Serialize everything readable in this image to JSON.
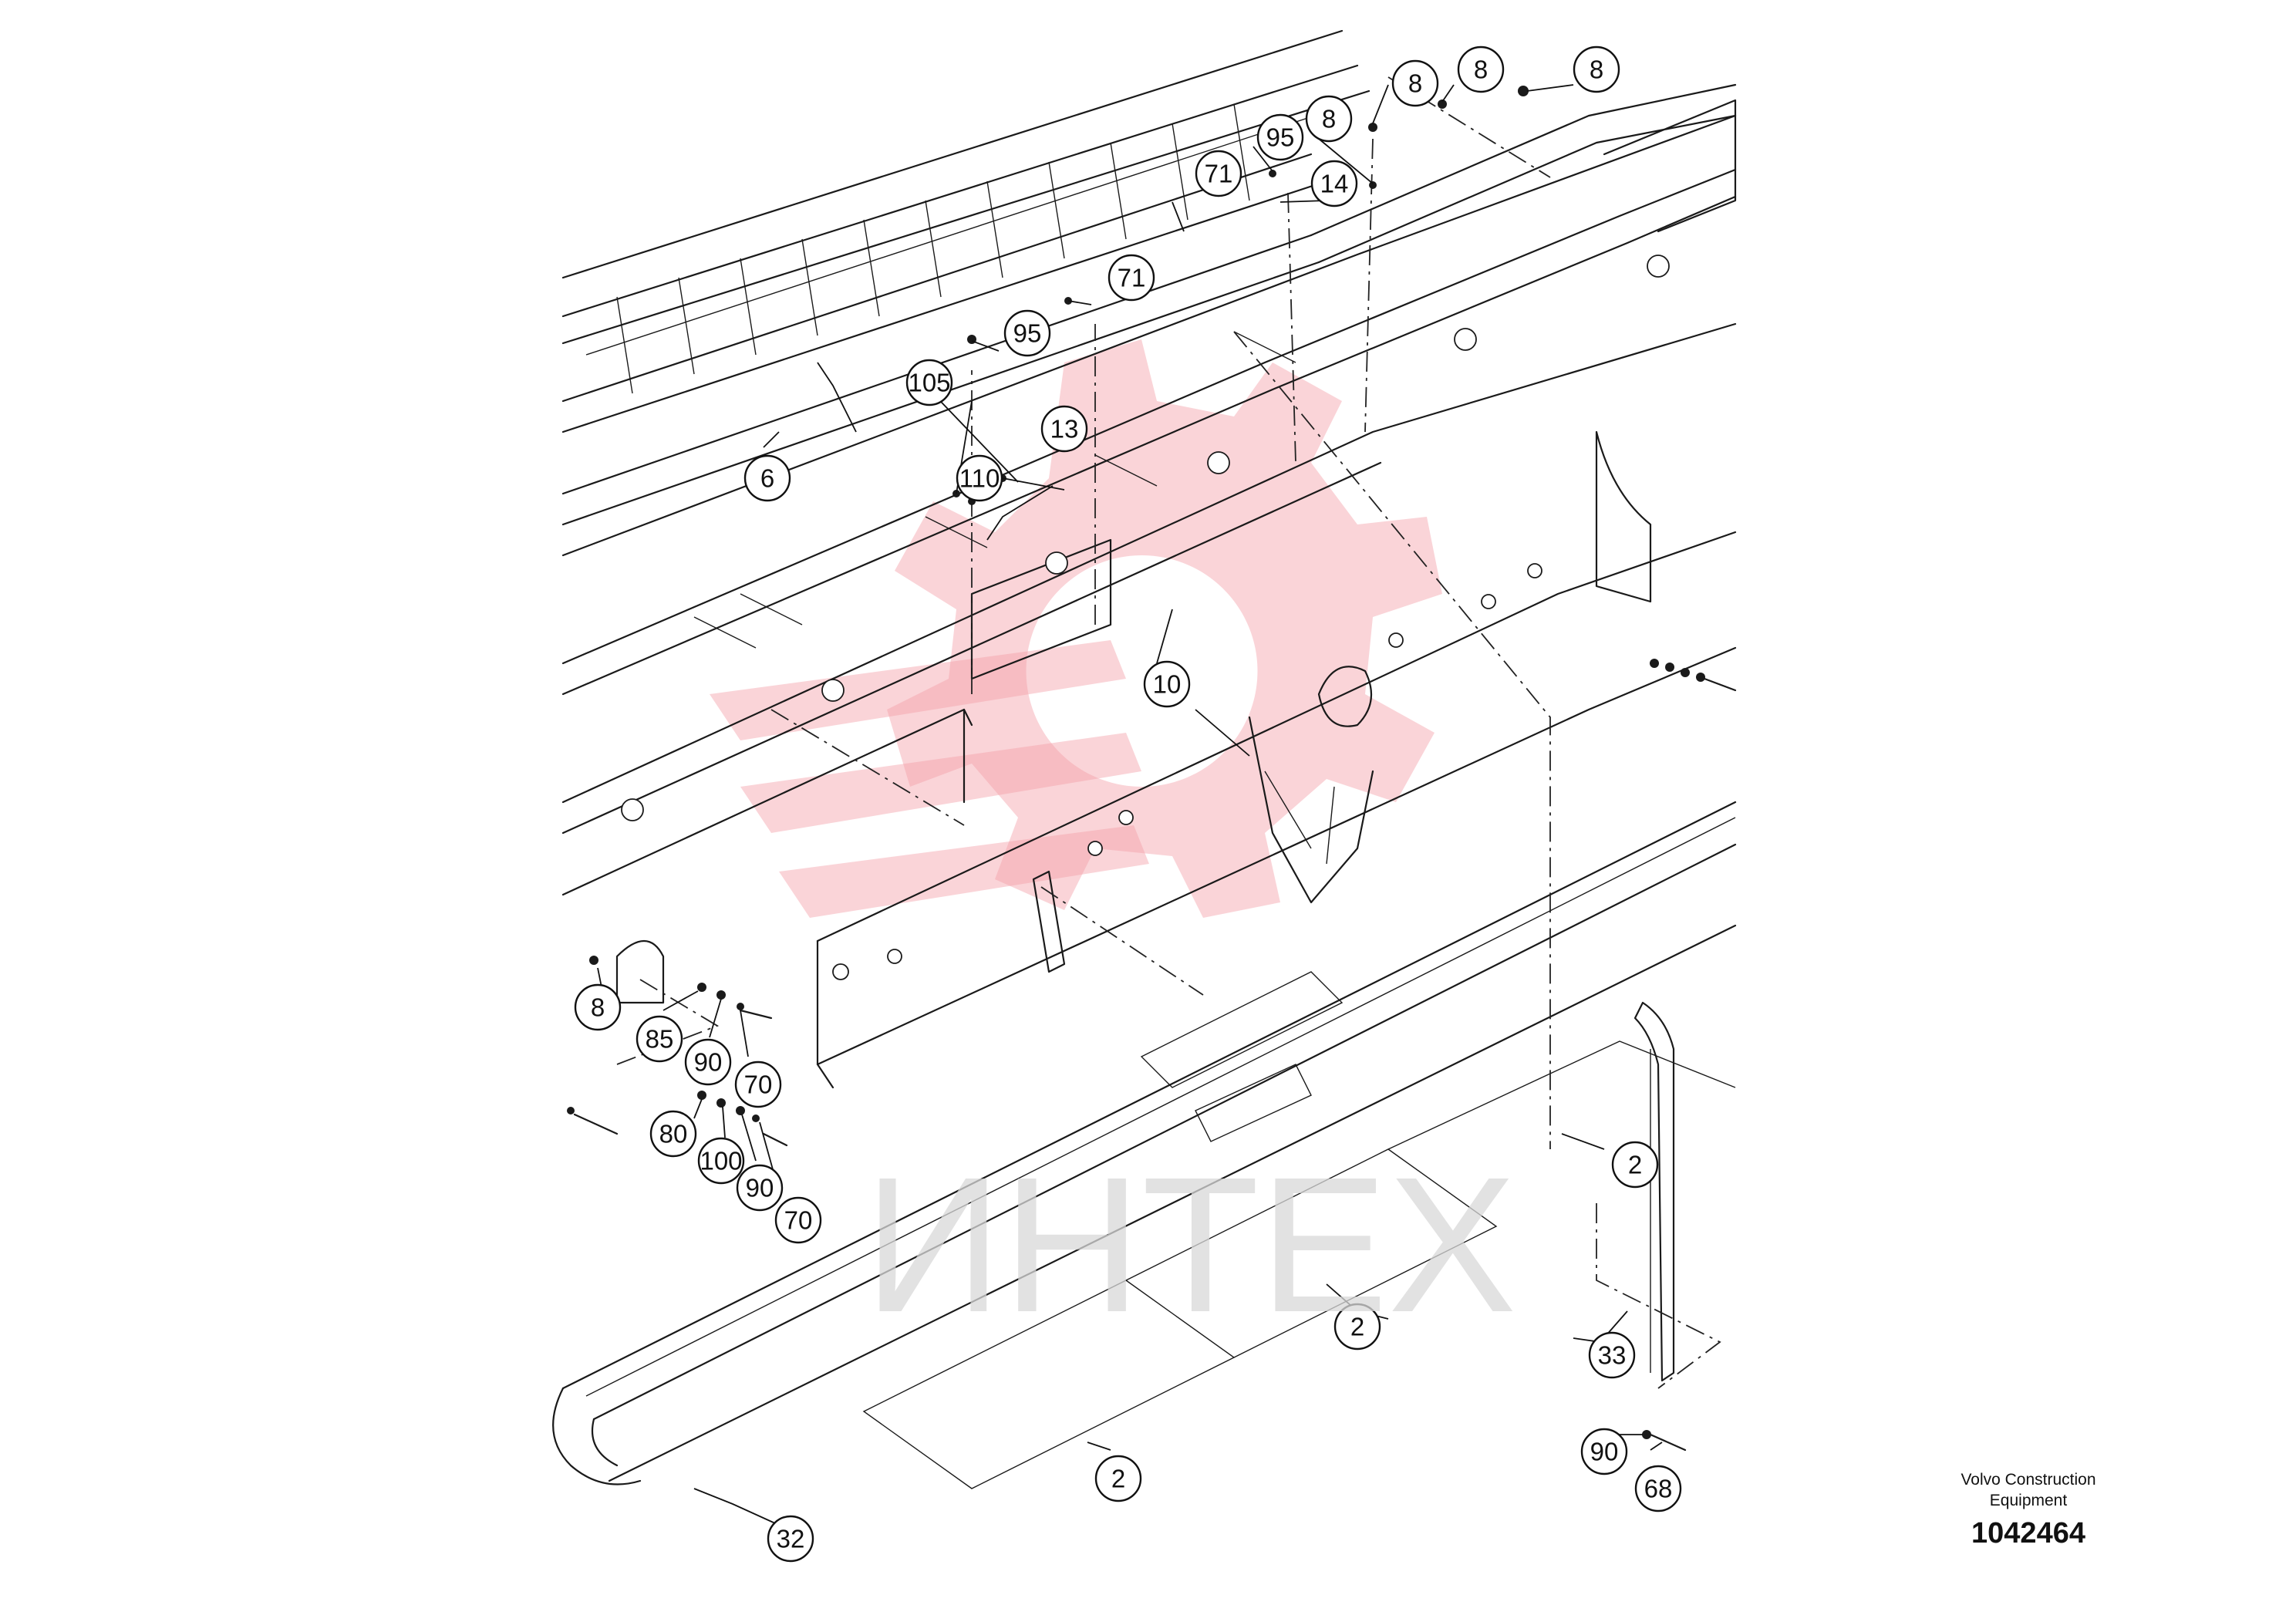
{
  "watermark": {
    "text": "ИНТЕХ",
    "logo_color": "#f4a0a8"
  },
  "brand": {
    "name": "Volvo Construction Equipment",
    "line1": "Volvo Construction",
    "line2": "Equipment",
    "document_number": "1042464"
  },
  "callouts": [
    {
      "id": "c1",
      "label": "8"
    },
    {
      "id": "c2",
      "label": "8"
    },
    {
      "id": "c3",
      "label": "8"
    },
    {
      "id": "c4",
      "label": "8"
    },
    {
      "id": "c5",
      "label": "95"
    },
    {
      "id": "c6",
      "label": "71"
    },
    {
      "id": "c7",
      "label": "14"
    },
    {
      "id": "c8",
      "label": "71"
    },
    {
      "id": "c9",
      "label": "95"
    },
    {
      "id": "c10",
      "label": "105"
    },
    {
      "id": "c11",
      "label": "13"
    },
    {
      "id": "c12",
      "label": "6"
    },
    {
      "id": "c13",
      "label": "110"
    },
    {
      "id": "c14",
      "label": "10"
    },
    {
      "id": "c15",
      "label": "8"
    },
    {
      "id": "c16",
      "label": "85"
    },
    {
      "id": "c17",
      "label": "90"
    },
    {
      "id": "c18",
      "label": "70"
    },
    {
      "id": "c19",
      "label": "80"
    },
    {
      "id": "c20",
      "label": "100"
    },
    {
      "id": "c21",
      "label": "90"
    },
    {
      "id": "c22",
      "label": "70"
    },
    {
      "id": "c23",
      "label": "2"
    },
    {
      "id": "c24",
      "label": "2"
    },
    {
      "id": "c25",
      "label": "33"
    },
    {
      "id": "c26",
      "label": "2"
    },
    {
      "id": "c27",
      "label": "90"
    },
    {
      "id": "c28",
      "label": "68"
    },
    {
      "id": "c29",
      "label": "32"
    }
  ]
}
